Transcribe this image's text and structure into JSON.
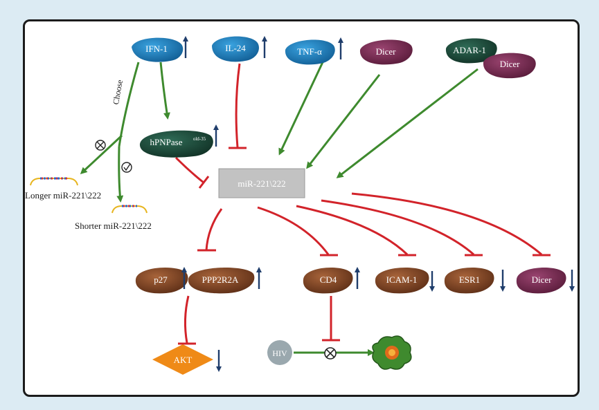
{
  "colors": {
    "background": "#dcebf3",
    "frame_border": "#1b1b1b",
    "activation_arrow": "#3e8a2e",
    "inhibition_line": "#d2232a",
    "indicator_arrow": "#1f3d6b",
    "blue_node": "#1f7fc1",
    "dark_green_node": "#1d4a3a",
    "purple_node": "#7a2b52",
    "brown_node": "#8a4a28",
    "akt_node": "#ef8a17",
    "hiv_node": "#9aa8ae",
    "mir_box": "#c2c2c2"
  },
  "nodes": {
    "ifn1": "IFN-1",
    "il24": "IL-24",
    "tnf": "TNF-α",
    "dicer_top": "Dicer",
    "adar1": "ADAR-1",
    "adar_dicer": "Dicer",
    "hpnpase": "hPNPase",
    "hpnpase_sup": "old-35",
    "mir": "miR-221\\222",
    "p27": "p27",
    "ppp2r2a": "PPP2R2A",
    "cd4": "CD4",
    "icam1": "ICAM-1",
    "esr1": "ESR1",
    "dicer_bottom": "Dicer",
    "akt": "AKT",
    "hiv": "HIV"
  },
  "labels": {
    "choose": "Choose",
    "longer": "Longer miR-221\\222",
    "shorter": "Shorter miR-221\\222"
  },
  "icons": {
    "cross": "circled-cross-icon",
    "check": "circled-check-icon",
    "up": "up-arrow-icon",
    "down": "down-arrow-icon"
  }
}
